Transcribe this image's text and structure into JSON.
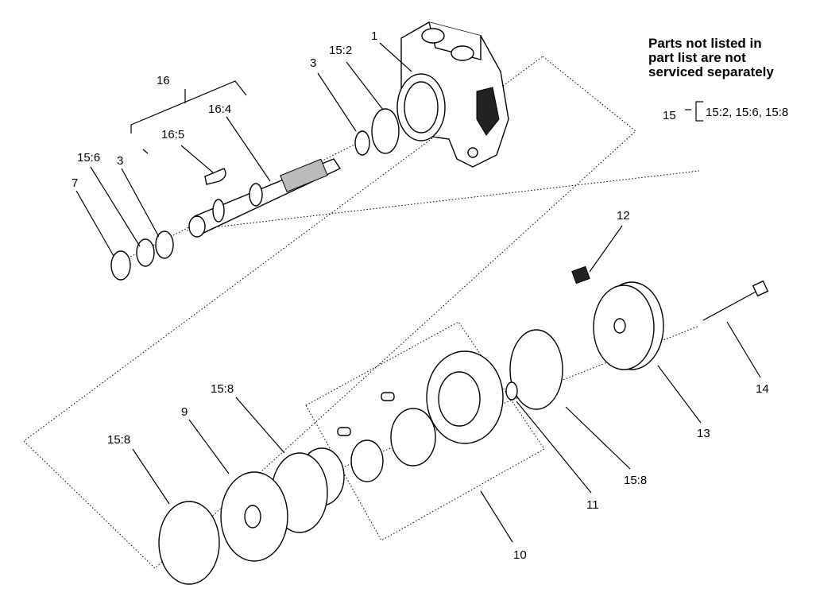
{
  "note": {
    "lines": [
      "Parts not listed in",
      "part list are not",
      "serviced separately"
    ]
  },
  "bracket": {
    "number": "15",
    "items": "15:2, 15:6, 15:8"
  },
  "callouts": {
    "p1": "1",
    "p15_2": "15:2",
    "p3_top": "3",
    "p16": "16",
    "p16_4": "16:4",
    "p16_5": "16:5",
    "p15_6": "15:6",
    "p3_left": "3",
    "p7": "7",
    "p12": "12",
    "p14": "14",
    "p13": "13",
    "p15_8_right": "15:8",
    "p11": "11",
    "p10": "10",
    "p15_8_mid": "15:8",
    "p9": "9",
    "p15_8_left": "15:8"
  }
}
